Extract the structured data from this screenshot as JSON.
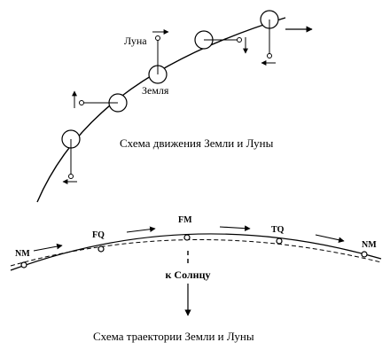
{
  "top_diagram": {
    "caption": "Схема движения Земли и Луны",
    "moon_label": "Луна",
    "earth_label": "Земля"
  },
  "bottom_diagram": {
    "caption": "Схема траектории Земли и Луны",
    "sun_direction_label": "к Солнцу",
    "phase_labels": {
      "new_moon_left": "NM",
      "first_quarter": "FQ",
      "full_moon": "FM",
      "third_quarter": "TQ",
      "new_moon_right": "NM"
    }
  }
}
